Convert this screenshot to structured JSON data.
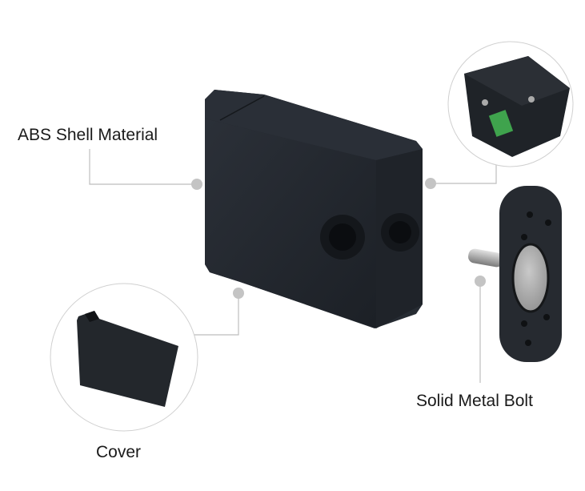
{
  "labels": {
    "shell": "ABS Shell Material",
    "bolt": "Solid Metal Bolt",
    "cover": "Cover"
  },
  "colors": {
    "product": "#23272e",
    "connector": "#bdbdbd",
    "dot": "#c4c4c4",
    "circle_outline": "#d0d0d0",
    "terminal": "#3fa34d"
  }
}
